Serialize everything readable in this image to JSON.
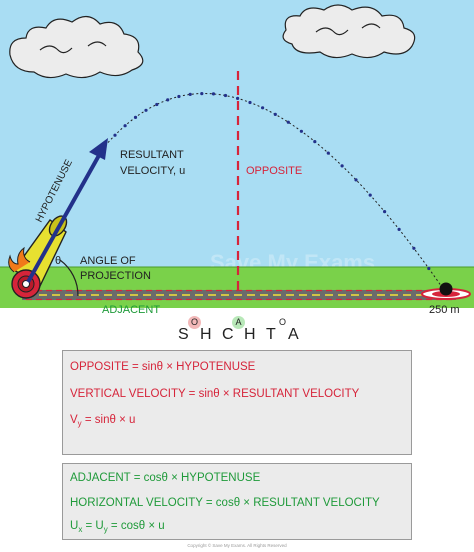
{
  "diagram": {
    "label_hypotenuse": "HYPOTENUSE",
    "label_resultant_1": "RESULTANT",
    "label_resultant_2": "VELOCITY, u",
    "label_opposite": "OPPOSITE",
    "label_angle_1": "ANGLE OF",
    "label_angle_2": "PROJECTION",
    "label_theta": "θ",
    "label_adjacent": "ADJACENT",
    "label_distance": "250 m",
    "watermark": "Save My Exams",
    "colors": {
      "sky": "#a9ddf3",
      "grass": "#7ad14a",
      "opposite": "#d6243a",
      "adjacent": "#1f9a3a",
      "arrow": "#23318a"
    }
  },
  "mnemonic": {
    "caps": [
      "S",
      "H",
      "C",
      "H",
      "T",
      "A"
    ],
    "sups": [
      "O",
      "A",
      "O"
    ]
  },
  "opposite_box": {
    "line1_a": "OPPOSITE = sinθ × HYPOTENUSE",
    "line2_a": "VERTICAL  VELOCITY = sinθ × RESULTANT  VELOCITY",
    "line3_v": "V",
    "line3_sub": "y",
    "line3_rest": " = sinθ × u"
  },
  "adjacent_box": {
    "line1_a": "ADJACENT = cosθ × HYPOTENUSE",
    "line2_a": "HORIZONTAL  VELOCITY = cosθ × RESULTANT  VELOCITY",
    "line3_u1": "U",
    "line3_sub1": "x",
    "line3_mid": " = U",
    "line3_sub2": "y",
    "line3_rest": " = cosθ × u"
  },
  "footer": {
    "copyright": "Copyright © Save My Exams. All Rights Reserved"
  }
}
